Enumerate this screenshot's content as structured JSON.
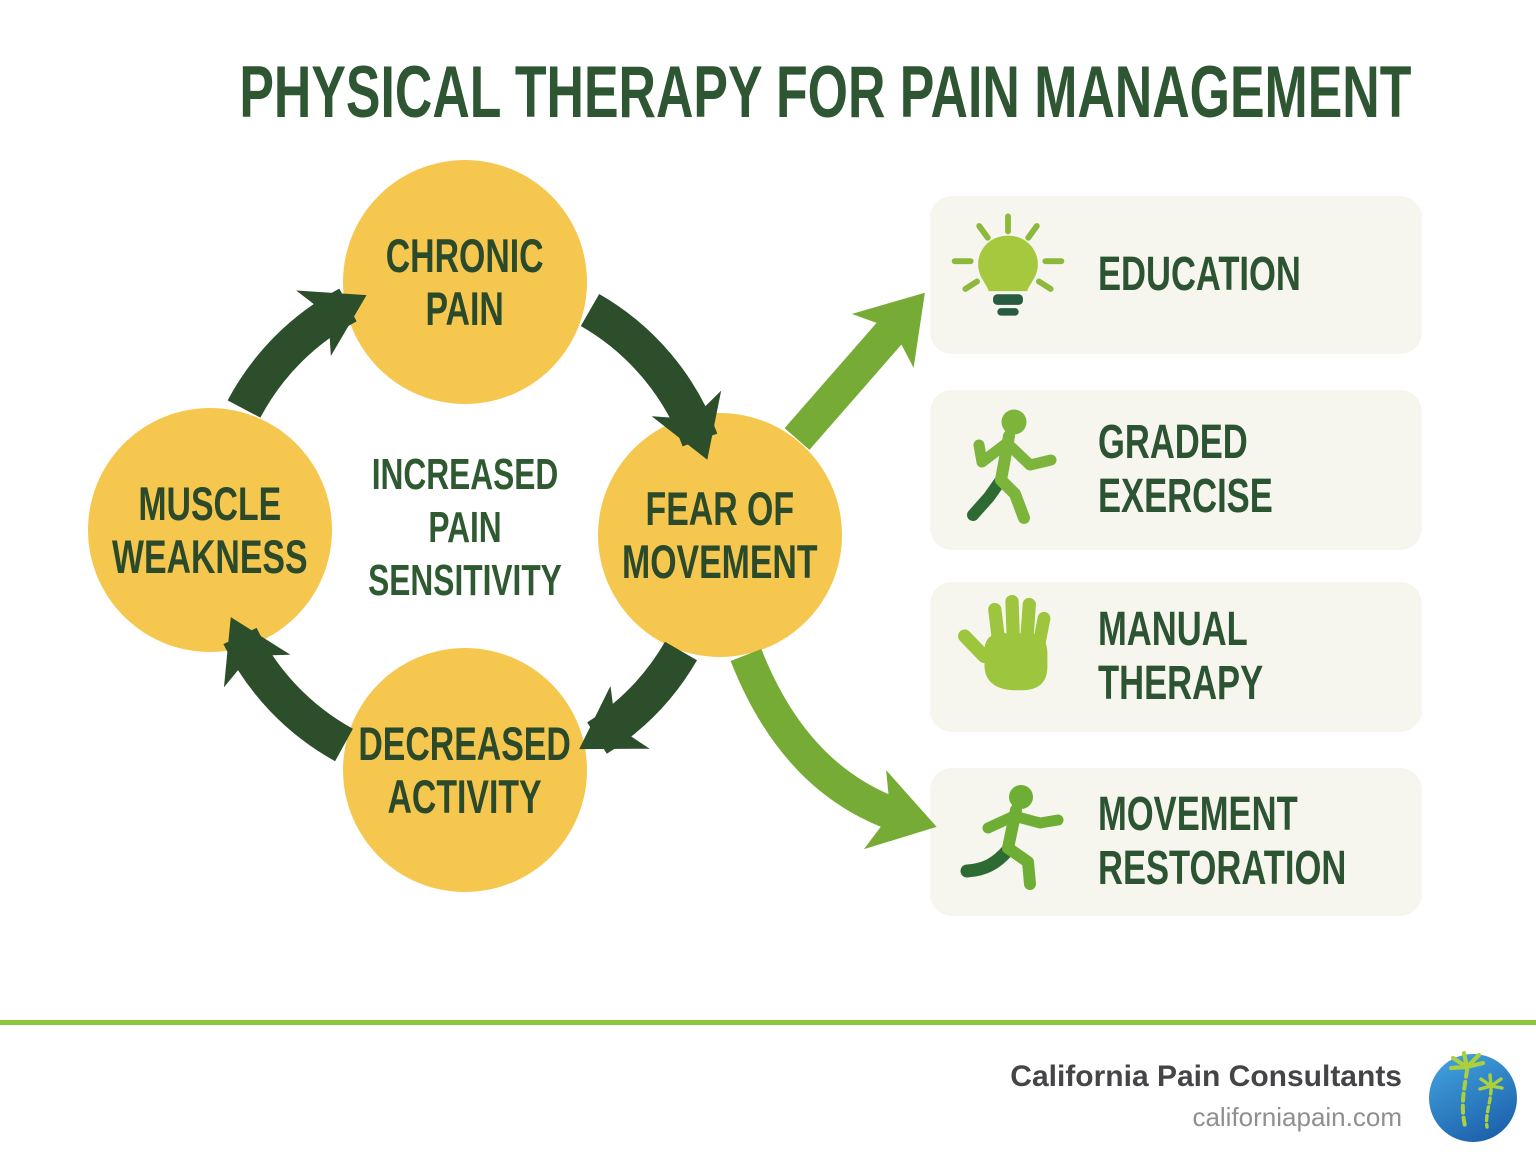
{
  "title": "PHYSICAL THERAPY FOR PAIN MANAGEMENT",
  "cycle": {
    "nodes": [
      {
        "id": "chronic-pain",
        "lines": [
          "CHRONIC",
          "PAIN"
        ]
      },
      {
        "id": "fear-of-movement",
        "lines": [
          "FEAR OF",
          "MOVEMENT"
        ]
      },
      {
        "id": "decreased-activity",
        "lines": [
          "DECREASED",
          "ACTIVITY"
        ]
      },
      {
        "id": "muscle-weakness",
        "lines": [
          "MUSCLE",
          "WEAKNESS"
        ]
      }
    ],
    "center_label": {
      "lines": [
        "INCREASED",
        "PAIN",
        "SENSITIVITY"
      ]
    }
  },
  "treatments": [
    {
      "id": "education",
      "icon": "lightbulb-icon",
      "lines": [
        "EDUCATION",
        ""
      ]
    },
    {
      "id": "graded-exercise",
      "icon": "walking-person-icon",
      "lines": [
        "GRADED",
        "EXERCISE"
      ]
    },
    {
      "id": "manual-therapy",
      "icon": "hand-icon",
      "lines": [
        "MANUAL",
        "THERAPY"
      ]
    },
    {
      "id": "movement-restoration",
      "icon": "running-person-icon",
      "lines": [
        "MOVEMENT",
        "RESTORATION"
      ]
    }
  ],
  "footer": {
    "company": "California Pain Consultants",
    "website": "californiapain.com"
  },
  "colors": {
    "node_yellow": "#f6c74e",
    "cycle_arrow_dark_green": "#2c4e2b",
    "treatment_arrow_green": "#76ac35",
    "heading_green": "#2e5633",
    "circle_text_green": "#2b4a2b",
    "card_background": "#f6f5ee",
    "icon_green": "#8cb83c",
    "icon_dark_green": "#2e6b33",
    "footer_line_green": "#8cc63e",
    "footer_company_gray": "#454548",
    "footer_website_gray": "#8f8f91",
    "logo_blue": "#1b5fa9"
  }
}
